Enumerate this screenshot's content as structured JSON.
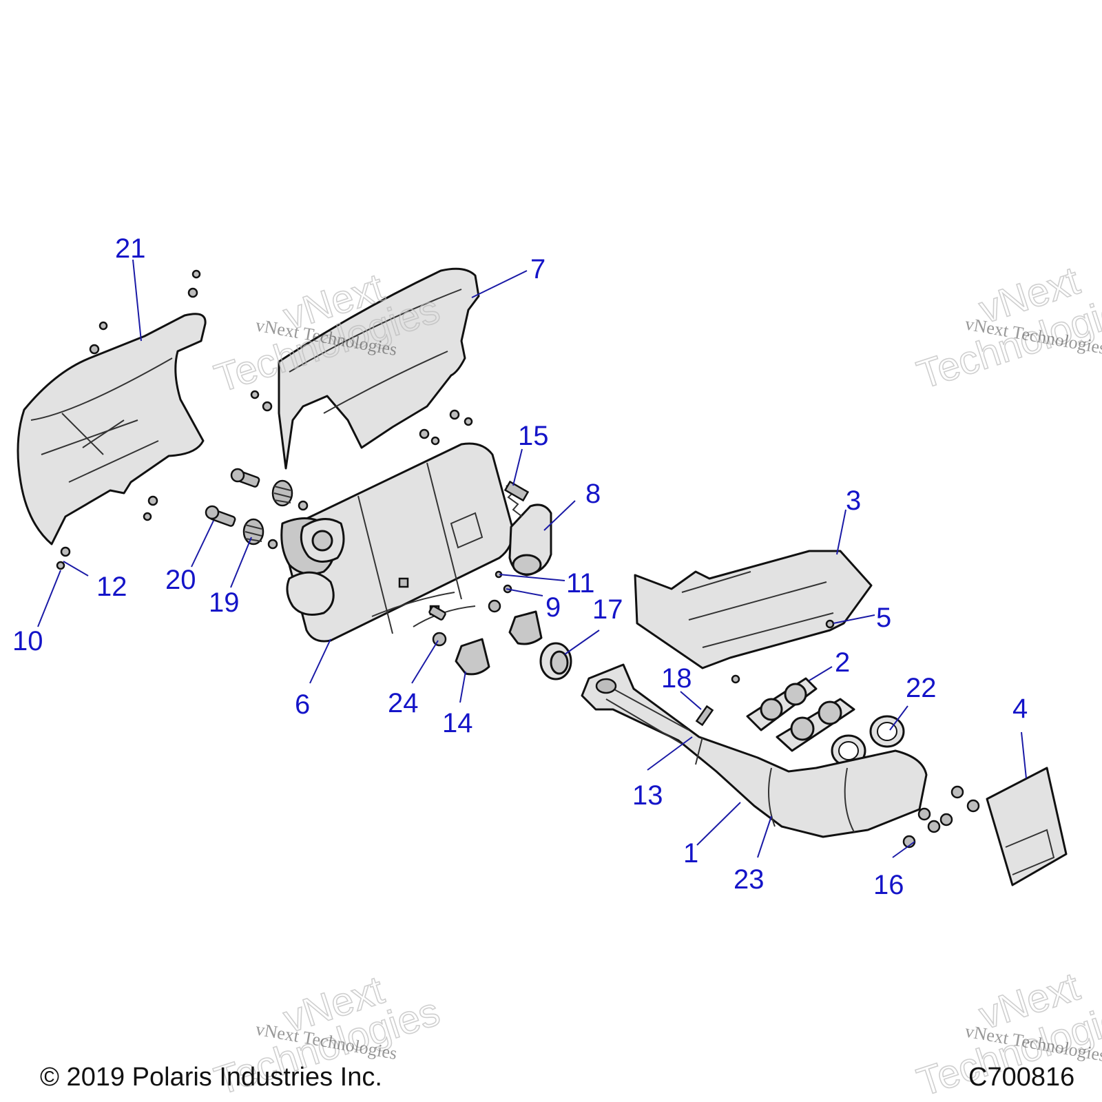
{
  "callouts": [
    "1",
    "2",
    "3",
    "4",
    "5",
    "6",
    "7",
    "8",
    "9",
    "10",
    "11",
    "12",
    "13",
    "14",
    "15",
    "16",
    "17",
    "18",
    "19",
    "20",
    "21",
    "22",
    "23",
    "24"
  ],
  "footer": {
    "copyright": "© 2019 Polaris Industries Inc.",
    "code": "C700816"
  },
  "watermark": {
    "line_small": "vNext Technologies",
    "word1": "vNext",
    "word2": "Technologies"
  }
}
